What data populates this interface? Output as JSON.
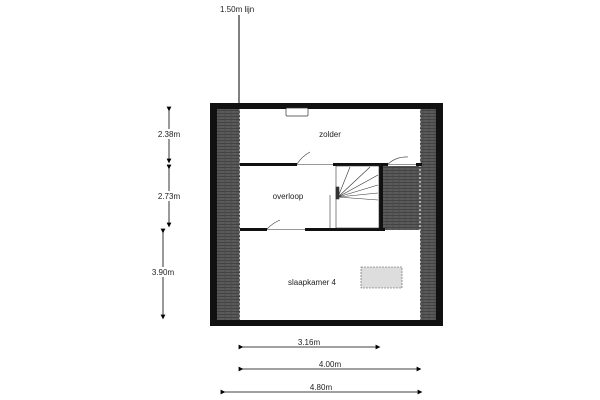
{
  "plan": {
    "line_label": "1.50m lijn",
    "rooms": {
      "zolder": "zolder",
      "overloop": "overloop",
      "slaapkamer": "slaapkamer 4"
    },
    "dimensions": {
      "v1": "2.38m",
      "v2": "2.73m",
      "v3": "3.90m",
      "h1": "3.16m",
      "h2": "4.00m",
      "h3": "4.80m"
    }
  }
}
